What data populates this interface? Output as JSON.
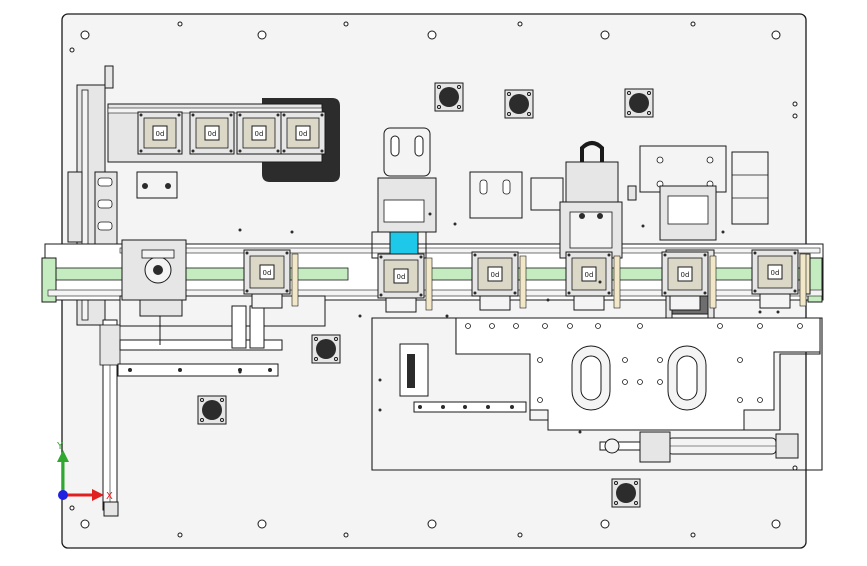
{
  "drawing": {
    "background": "#ffffff",
    "plate_fill": "#f4f4f4",
    "line_color": "#1a1a1a",
    "part_fill": "#e6e6e6",
    "shadow_fill": "#2c2c2c",
    "conveyor_color": "#c5ecc0",
    "sensor_color": "#1ec8e8",
    "slide_color": "#f2e8c8",
    "socket_fill": "#dcd8c8"
  },
  "triad": {
    "x_label": "X",
    "y_label": "Y",
    "x_color": "#e02020",
    "y_color": "#2fa82f",
    "z_color": "#2020e0"
  },
  "socket_labels": [
    "0d",
    "0d",
    "0d",
    "0d",
    "0d",
    "0d",
    "0d",
    "0d",
    "0d",
    "0d"
  ]
}
